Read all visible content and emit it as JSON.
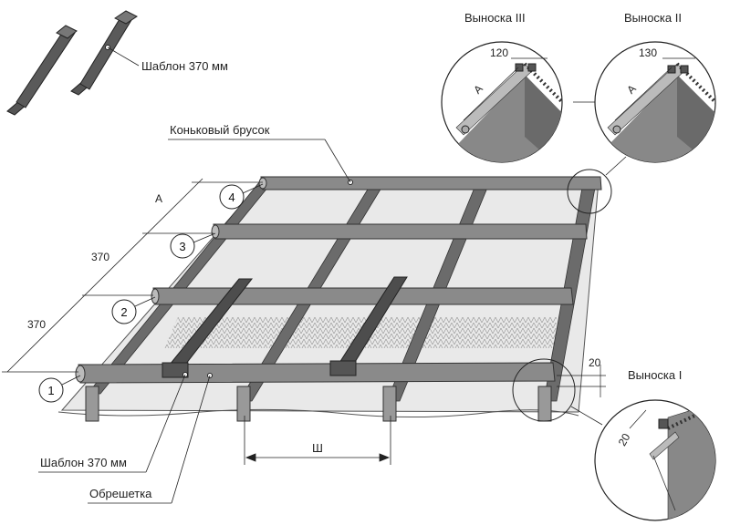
{
  "labels": {
    "template_top": "Шаблон 370 мм",
    "ridge_bar": "Коньковый брусок",
    "template_bottom": "Шаблон 370 мм",
    "battens": "Обрешетка",
    "width": "Ш"
  },
  "dimensions": {
    "a_top": "A",
    "span_370_upper": "370",
    "span_370_lower": "370"
  },
  "callout_numbers": [
    "1",
    "2",
    "3",
    "4"
  ],
  "detail_views": {
    "view_iii": {
      "title": "Выноска III",
      "dim": "120",
      "side": "A"
    },
    "view_ii": {
      "title": "Выноска II",
      "dim": "130",
      "side": "A"
    },
    "view_i": {
      "title": "Выноска I",
      "dim_side": "20",
      "dim_inner": "20"
    }
  }
}
